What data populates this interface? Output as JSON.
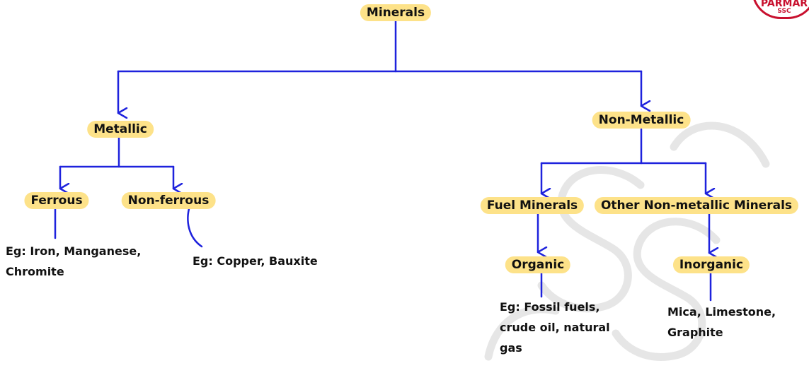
{
  "colors": {
    "connector": "#1e22dd",
    "node_bg": "#fde289",
    "watermark": "#e6e6e6",
    "logo": "#c8102e"
  },
  "logo": {
    "line1": "PARMAR",
    "line2": "SSC"
  },
  "nodes": {
    "minerals": "Minerals",
    "metallic": "Metallic",
    "non_metallic": "Non-Metallic",
    "ferrous": "Ferrous",
    "non_ferrous": "Non-ferrous",
    "fuel_minerals": "Fuel Minerals",
    "other_non_metallic": "Other Non-metallic Minerals",
    "organic": "Organic",
    "inorganic": "Inorganic"
  },
  "examples": {
    "ferrous": [
      "Eg: Iron, Manganese,",
      "Chromite"
    ],
    "non_ferrous": [
      "Eg: Copper, Bauxite"
    ],
    "organic": [
      "Eg: Fossil fuels,",
      "crude oil, natural",
      "gas"
    ],
    "inorganic": [
      "Mica, Limestone,",
      "Graphite"
    ]
  }
}
